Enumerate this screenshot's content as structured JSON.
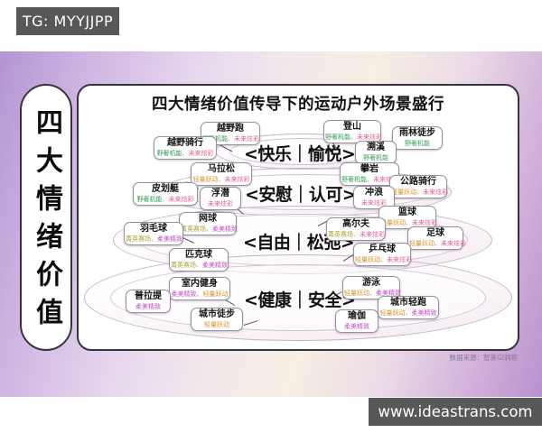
{
  "header": {
    "tg_badge": "TG: MYYJJPP"
  },
  "footer": {
    "site_badge": "www.ideastrans.com"
  },
  "sidebar": {
    "title": "四大情绪价值"
  },
  "diagram": {
    "title": "四大情绪价值传导下的运动户外场景盛行",
    "source_note": "数据来源：智篆GI洞察",
    "tag_separator": "、",
    "tag_colors": {
      "野奢机能": "#2f9e4f",
      "未来炫彩": "#e25a8f",
      "轻量跃动": "#d9902a",
      "菁英赛场": "#a9a235",
      "柔美精致": "#c04fc0"
    },
    "levels": [
      {
        "label": "<快乐｜愉悦>"
      },
      {
        "label": "<安慰｜认可>"
      },
      {
        "label": "<自由｜松弛>"
      },
      {
        "label": "<健康｜安全>"
      }
    ],
    "cards": [
      {
        "title": "越野跑",
        "tags": [
          "野奢机能",
          "未来炫彩"
        ]
      },
      {
        "title": "登山",
        "tags": [
          "野奢机能",
          "未来炫彩"
        ]
      },
      {
        "title": "雨林徒步",
        "tags": [
          "野奢机能"
        ]
      },
      {
        "title": "越野骑行",
        "tags": [
          "野奢机能",
          "未来炫彩"
        ]
      },
      {
        "title": "溯溪",
        "tags": [
          "野奢机能"
        ]
      },
      {
        "title": "马拉松",
        "tags": [
          "轻量跃动",
          "未来炫彩"
        ]
      },
      {
        "title": "攀岩",
        "tags": [
          "野奢机能",
          "未来炫彩"
        ]
      },
      {
        "title": "公路骑行",
        "tags": [
          "轻量跃动",
          "未来炫彩"
        ]
      },
      {
        "title": "皮划艇",
        "tags": [
          "野奢机能",
          "未来炫彩"
        ]
      },
      {
        "title": "浮潜",
        "tags": [
          "未来炫彩"
        ]
      },
      {
        "title": "冲浪",
        "tags": [
          "未来炫彩"
        ]
      },
      {
        "title": "网球",
        "tags": [
          "菁英赛场",
          "柔美精致"
        ]
      },
      {
        "title": "篮球",
        "tags": [
          "轻量跃动",
          "未来炫彩"
        ]
      },
      {
        "title": "羽毛球",
        "tags": [
          "菁英赛场",
          "柔美精致"
        ]
      },
      {
        "title": "高尔夫",
        "tags": [
          "菁英赛场",
          "未来炫彩"
        ]
      },
      {
        "title": "足球",
        "tags": [
          "轻量跃动",
          "未来炫彩"
        ]
      },
      {
        "title": "匹克球",
        "tags": [
          "菁英赛场",
          "柔美精致"
        ]
      },
      {
        "title": "乒乓球",
        "tags": [
          "轻量跃动",
          "未来炫彩"
        ]
      },
      {
        "title": "室内健身",
        "tags": [
          "柔美精致",
          "轻量跃动"
        ]
      },
      {
        "title": "游泳",
        "tags": [
          "轻量跃动",
          "柔美精致"
        ]
      },
      {
        "title": "普拉提",
        "tags": [
          "柔美精致"
        ]
      },
      {
        "title": "城市轻跑",
        "tags": [
          "轻量跃动",
          "柔美精致"
        ]
      },
      {
        "title": "城市徒步",
        "tags": [
          "轻量跃动"
        ]
      },
      {
        "title": "瑜伽",
        "tags": [
          "柔美精致"
        ]
      }
    ]
  }
}
